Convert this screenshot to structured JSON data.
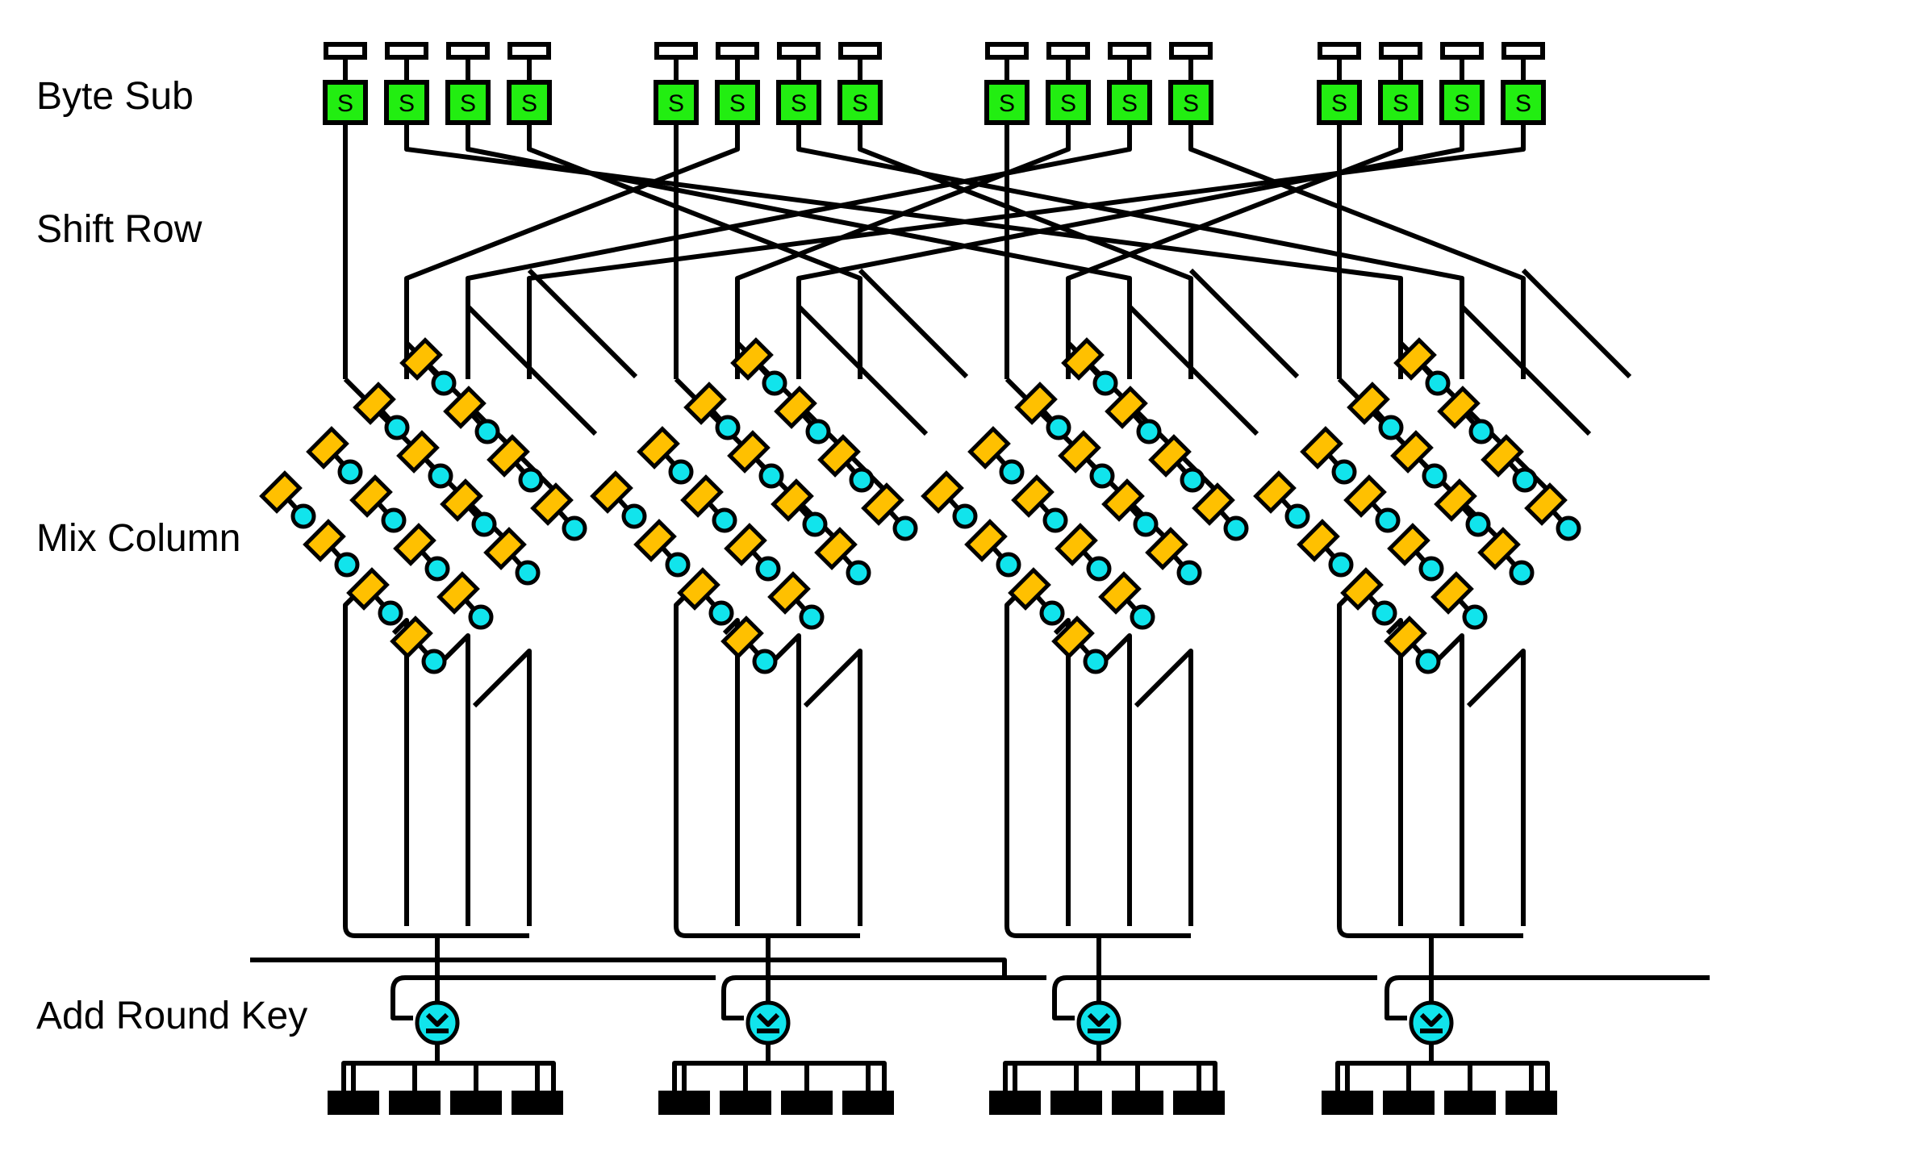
{
  "stages": {
    "byte_sub": "Byte Sub",
    "shift_row": "Shift Row",
    "mix_column": "Mix Column",
    "add_round_key": "Add Round Key"
  },
  "sbox_glyph": "S",
  "colors": {
    "sbox": "#22ee11",
    "multiplier": "#ffc000",
    "xor_node": "#11e4ec",
    "wire": "#000000"
  },
  "structure": {
    "columns": 4,
    "bytes_per_column": 4
  }
}
